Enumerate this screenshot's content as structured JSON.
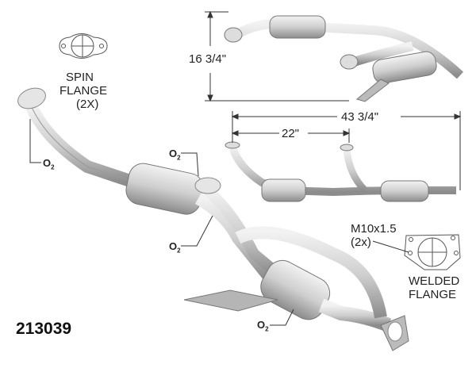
{
  "part_number": "213039",
  "labels": {
    "spin_flange": [
      "SPIN",
      "FLANGE",
      "(2X)"
    ],
    "welded_flange": [
      "WELDED",
      "FLANGE"
    ],
    "thread": [
      "M10x1.5",
      "(2x)"
    ],
    "o2_main": "O",
    "o2_sub": "2"
  },
  "dimensions": {
    "height": "16 3/4\"",
    "overall_length": "43 3/4\"",
    "partial_length": "22\""
  },
  "colors": {
    "metal": "#c9c9c9",
    "metal_dark": "#8f8f8f",
    "line": "#333333"
  }
}
